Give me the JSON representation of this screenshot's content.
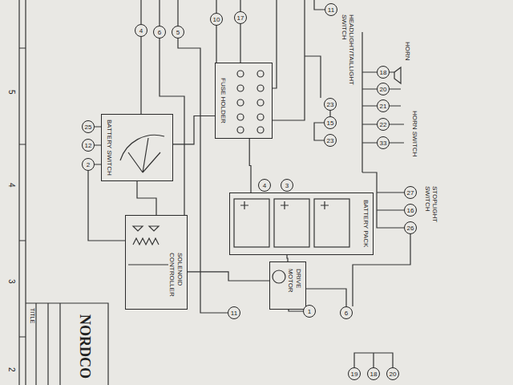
{
  "diagram": {
    "nodes": [
      {
        "text": [
          "FUSE HOLDER"
        ]
      },
      {
        "text": [
          "BATTERY SWITCH"
        ]
      },
      {
        "text": [
          "SOLENOID CONTROLLER"
        ]
      },
      {
        "text": [
          "DRIVE MOTOR"
        ]
      },
      {
        "text": [
          "BATTERY PACK"
        ]
      }
    ],
    "edges": [
      {
        "from": 0,
        "to": 4,
        "arrow": "none"
      },
      {
        "from": 1,
        "to": 0,
        "arrow": "none"
      },
      {
        "from": 1,
        "to": 2,
        "arrow": "none"
      },
      {
        "from": 2,
        "to": 3,
        "arrow": "none"
      },
      {
        "from": 4,
        "to": 3,
        "arrow": "none"
      }
    ],
    "labels": [
      "4",
      "6",
      "5",
      "10",
      "17",
      "11",
      "HEADLIGHT/TAILLIGHT SWITCH",
      "18",
      "20",
      "21",
      "22",
      "33",
      "HORN",
      "HORN SWITCH",
      "23",
      "15",
      "23",
      "25",
      "12",
      "2",
      "4",
      "3",
      "27",
      "16",
      "26",
      "STOPLIGHT SWITCH",
      "11",
      "1",
      "6",
      "19",
      "18",
      "20",
      "NORDCO",
      "5",
      "4",
      "3",
      "2",
      "TITLE"
    ]
  }
}
